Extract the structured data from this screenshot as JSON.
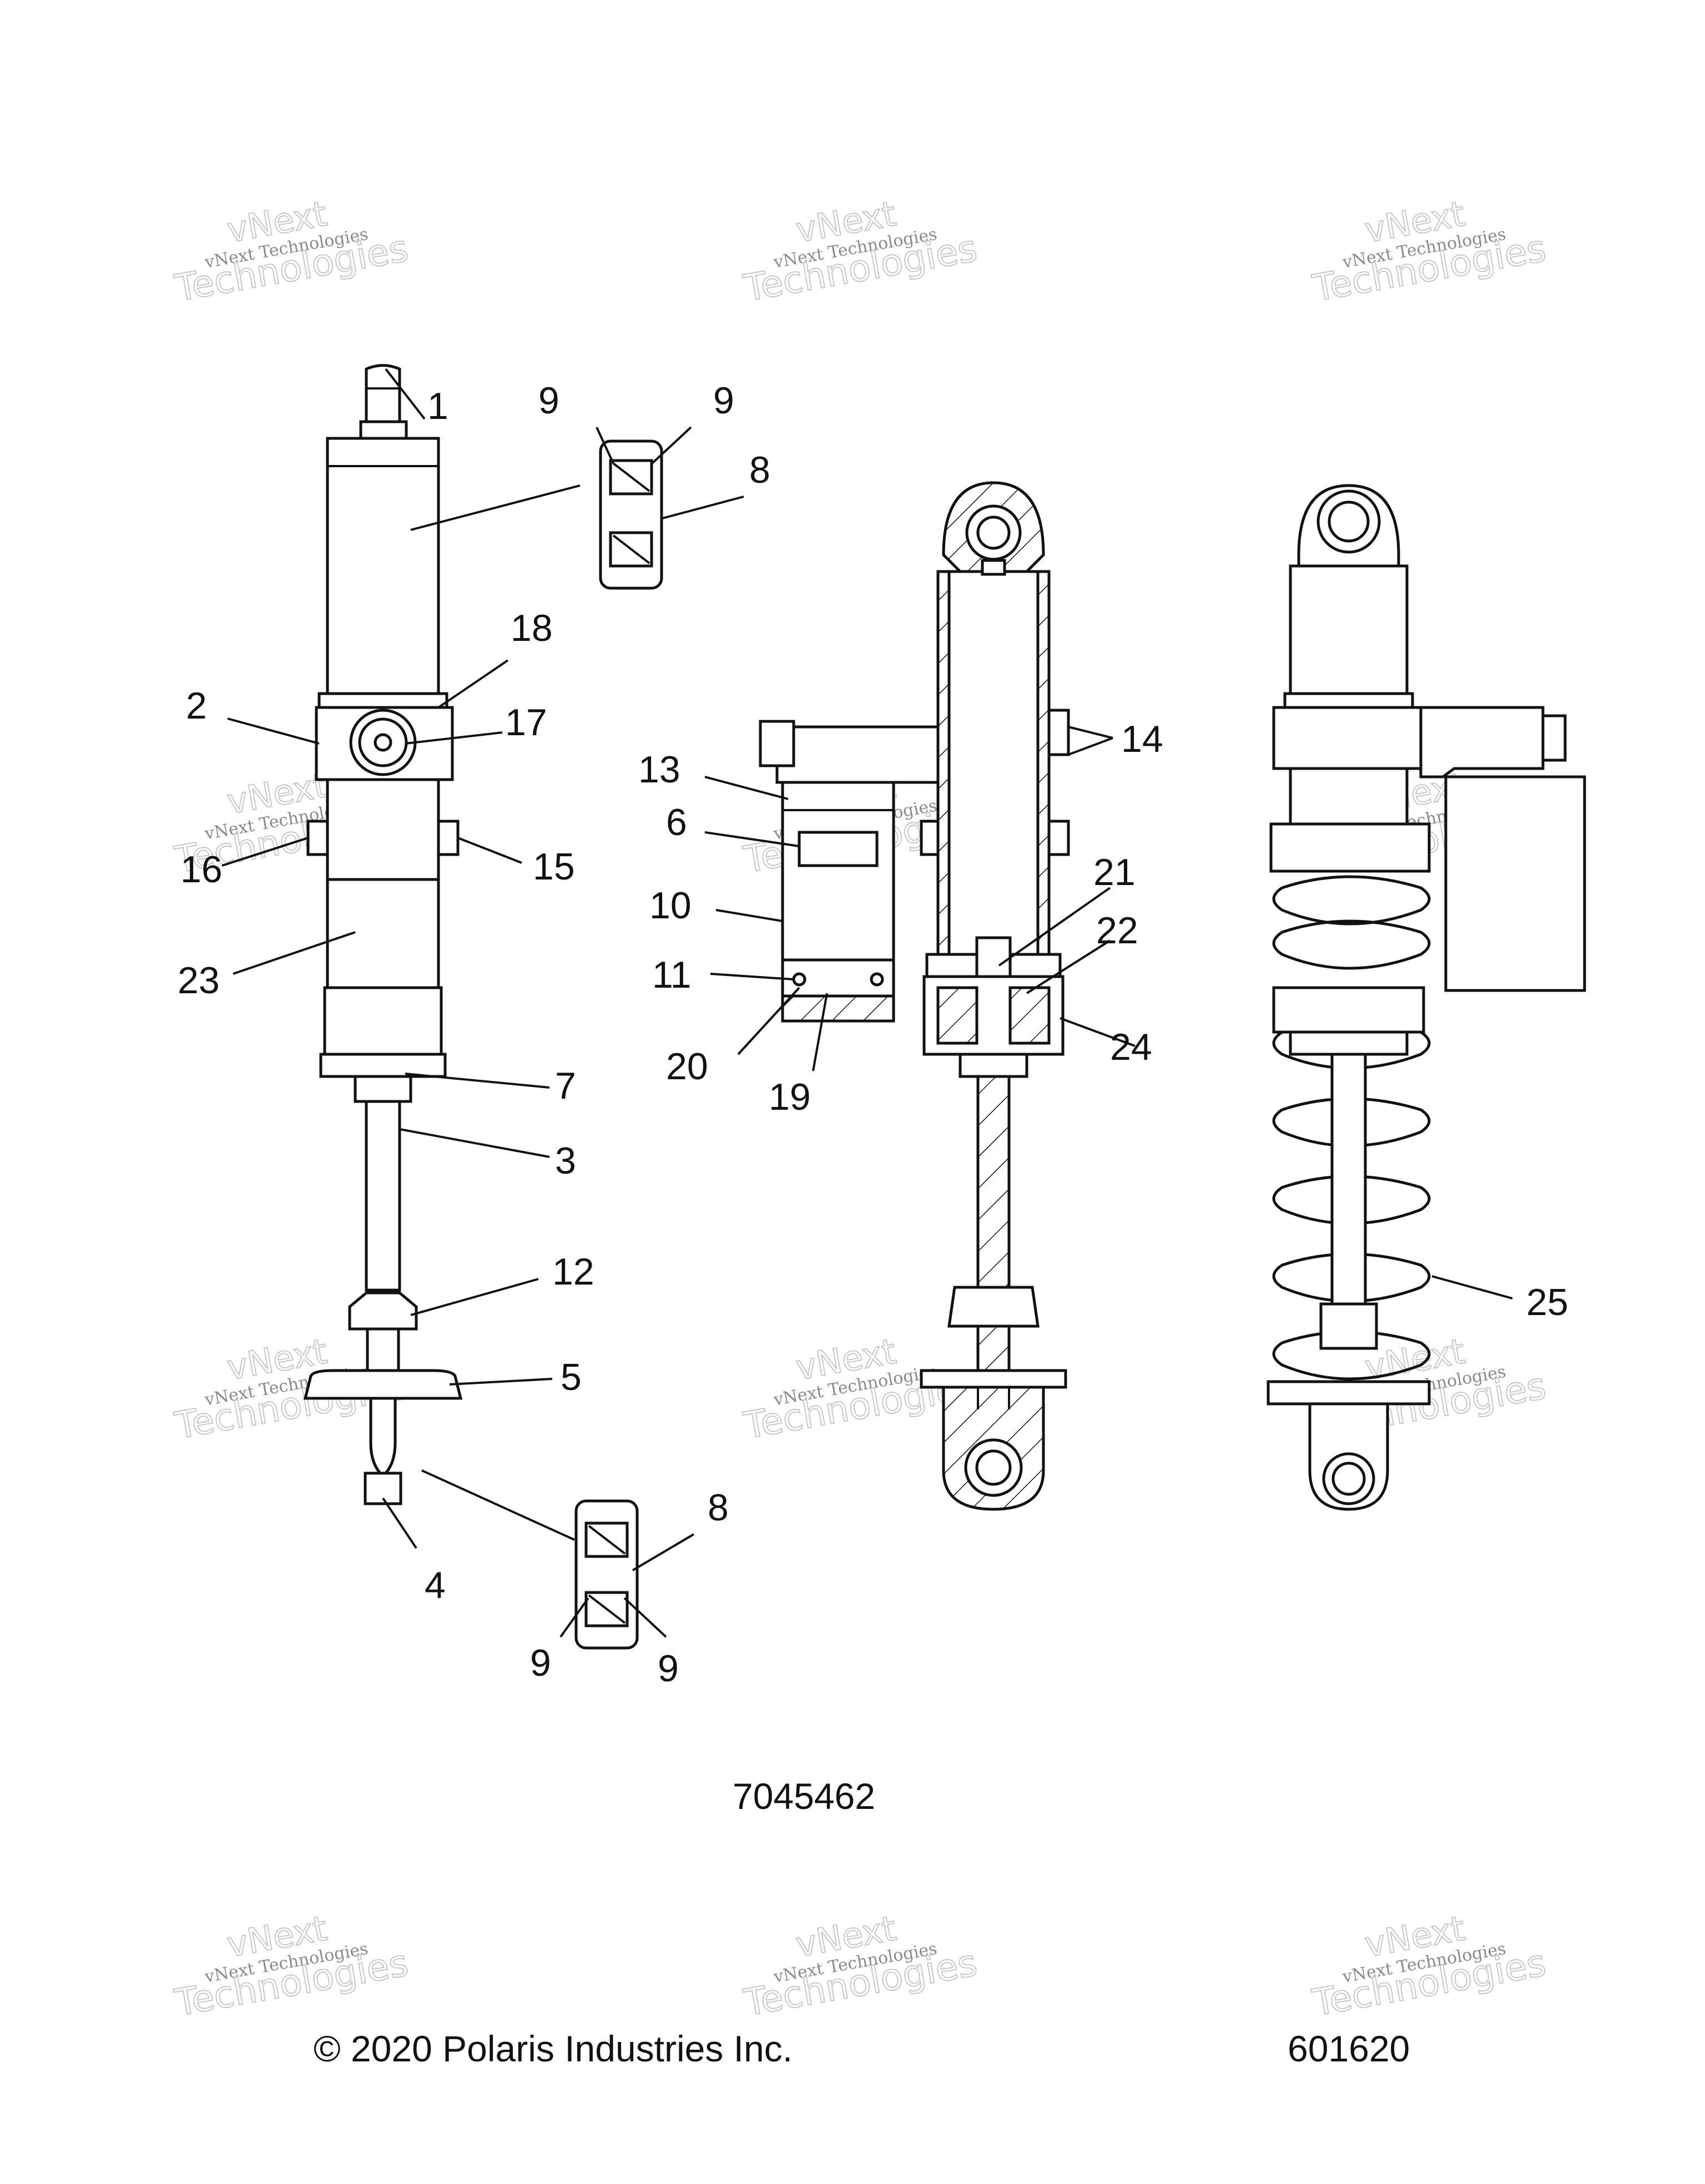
{
  "diagram": {
    "part_number": "7045462",
    "copyright": "© 2020 Polaris Industries Inc.",
    "sheet_number": "601620",
    "watermark_line1": "vNext",
    "watermark_line2": "vNext Technologies",
    "watermark_line3": "Technologies",
    "callouts": {
      "c1": "1",
      "c2": "2",
      "c3": "3",
      "c4": "4",
      "c5": "5",
      "c6": "6",
      "c7": "7",
      "c8a": "8",
      "c8b": "8",
      "c9a": "9",
      "c9b": "9",
      "c9c": "9",
      "c9d": "9",
      "c10": "10",
      "c11": "11",
      "c12": "12",
      "c13": "13",
      "c14": "14",
      "c15": "15",
      "c16": "16",
      "c17": "17",
      "c18": "18",
      "c19": "19",
      "c20": "20",
      "c21": "21",
      "c22": "22",
      "c23": "23",
      "c24": "24",
      "c25": "25"
    }
  }
}
